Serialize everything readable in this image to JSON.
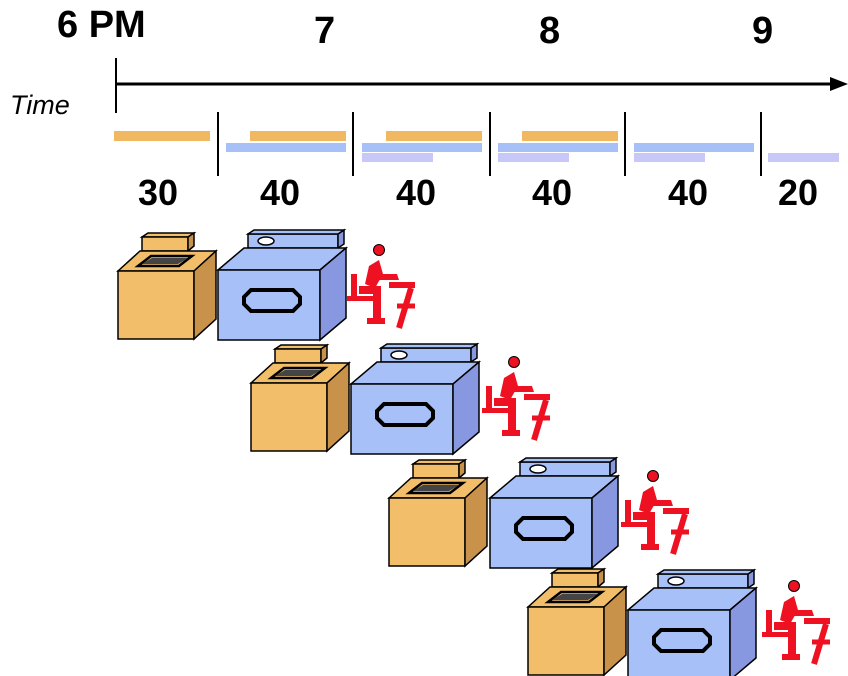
{
  "timeline": {
    "hours": [
      "6 PM",
      "7",
      "8",
      "9"
    ],
    "axis_label": "Time",
    "durations": [
      "30",
      "40",
      "40",
      "40",
      "40",
      "20"
    ]
  },
  "stage_colors": {
    "wash": "#F0B860",
    "dry": "#A8C0F8",
    "fold": "#C8C8F8"
  },
  "loads": [
    {
      "washer_icon": "washer-icon",
      "dryer_icon": "dryer-icon",
      "folder_icon": "person-folding-icon"
    },
    {
      "washer_icon": "washer-icon",
      "dryer_icon": "dryer-icon",
      "folder_icon": "person-folding-icon"
    },
    {
      "washer_icon": "washer-icon",
      "dryer_icon": "dryer-icon",
      "folder_icon": "person-folding-icon"
    },
    {
      "washer_icon": "washer-icon",
      "dryer_icon": "dryer-icon",
      "folder_icon": "person-folding-icon"
    }
  ],
  "colors": {
    "washer_body": "#F2BE6A",
    "washer_side": "#C8924A",
    "dryer_body": "#A8C0F8",
    "dryer_side": "#8898E0",
    "person": "#EE1122"
  }
}
